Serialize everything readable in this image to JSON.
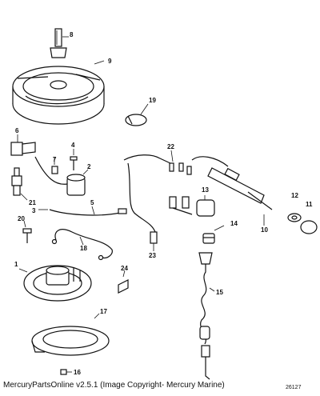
{
  "footer_text": "MercuryPartsOnline v2.5.1 (Image Copyright- Mercury Marine)",
  "diagram_number": "26127",
  "callouts": [
    "1",
    "2",
    "3",
    "4",
    "5",
    "6",
    "7",
    "8",
    "9",
    "10",
    "11",
    "12",
    "13",
    "14",
    "15",
    "16",
    "17",
    "18",
    "19",
    "20",
    "21",
    "22",
    "23",
    "24"
  ]
}
